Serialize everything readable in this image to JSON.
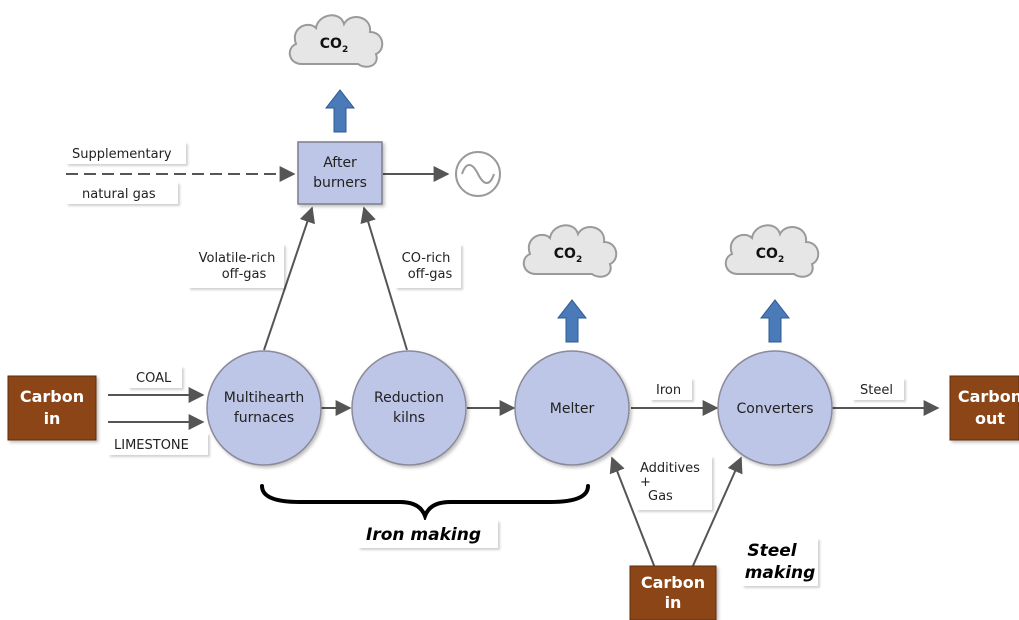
{
  "co2": {
    "main": "CO",
    "sub": "2"
  },
  "nodes": {
    "after_burners": [
      "After",
      "burners"
    ],
    "multihearth": [
      "Multihearth",
      "furnaces"
    ],
    "reduction": [
      "Reduction",
      "kilns"
    ],
    "melter": "Melter",
    "converters": "Converters"
  },
  "carbon_boxes": {
    "in_left": [
      "Carbon",
      "in"
    ],
    "out_right": [
      "Carbon",
      "out"
    ],
    "in_bottom": [
      "Carbon",
      "in"
    ]
  },
  "labels": {
    "supplementary": "Supplementary",
    "natural_gas": "natural gas",
    "volatile": [
      "Volatile-rich",
      "off-gas"
    ],
    "co_rich": [
      "CO-rich",
      "off-gas"
    ],
    "coal": "COAL",
    "limestone": "LIMESTONE",
    "iron": "Iron",
    "steel": "Steel",
    "additives": [
      "Additives",
      "+",
      "Gas"
    ],
    "iron_making": "Iron making",
    "steel_making": [
      "Steel",
      "making"
    ]
  },
  "icons": {
    "cloud": "cloud-icon",
    "up_arrow": "up-arrow-icon",
    "sine": "ac-generator-icon"
  },
  "colors": {
    "process_fill": "#bdc6e6",
    "process_stroke": "#8a8a9a",
    "carbon_fill": "#8b4513",
    "blue_arrow": "#4a7ab8",
    "cloud_fill": "#e6e6e6",
    "line": "#555555"
  }
}
